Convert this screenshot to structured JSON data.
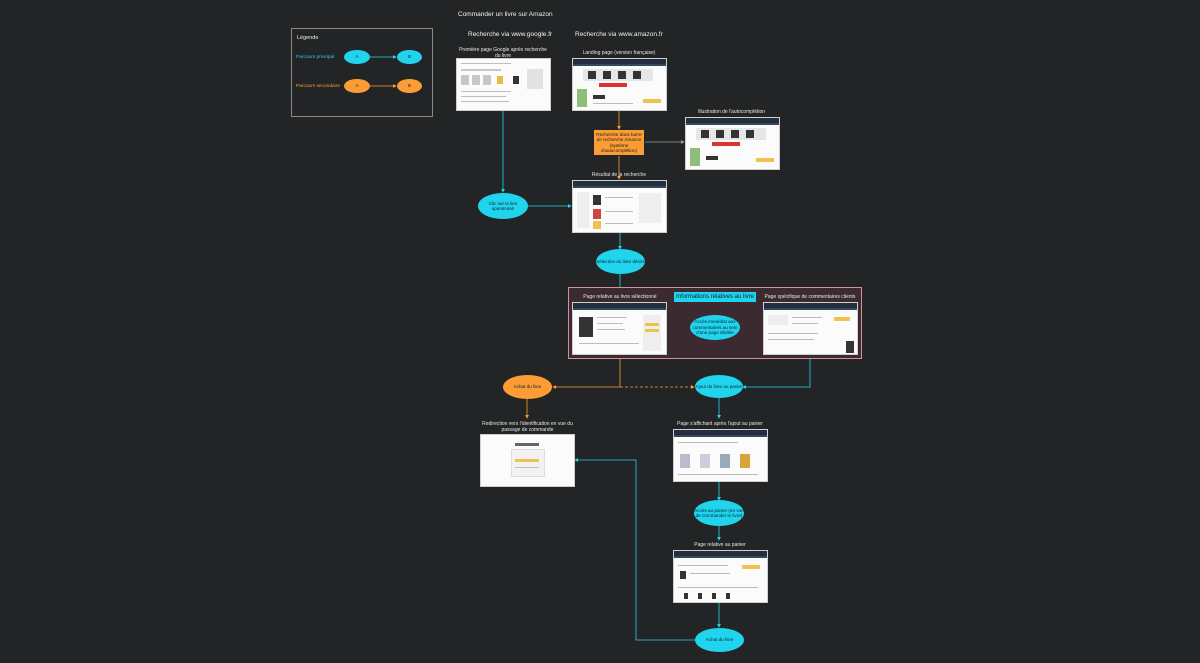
{
  "title": "Commander un livre sur Amazon",
  "col_google": "Recherche via www.google.fr",
  "col_amazon": "Recherche via www.amazon.fr",
  "legend": {
    "title": "Légende",
    "main": "Parcours principal",
    "secondary": "Parcours secondaire",
    "node_a": "A",
    "node_b": "B"
  },
  "labels": {
    "google_page": "Première page Google après recherche du livre",
    "landing": "Landing page (version française)",
    "autocomplete_illus": "Illustration de l'autocomplétion",
    "search_result": "Résultat de la recherche",
    "book_page": "Page relative au livre sélectionné",
    "reviews_page": "Page spécifique de commentaires clients",
    "after_add": "Page s'affichant après l'ajout au panier",
    "redirect_login": "Redirection vers l'identification en vue du passage de commande",
    "cart_page": "Page relative au panier"
  },
  "nodes": {
    "search_bar": "Recherche dans barre de recherche Amazon (système d'autocomplétion)",
    "sponsored_click": "Clic sur le lien sponsorisé",
    "select_book": "Sélection du livre désiré",
    "info_header": "Informations relatives au livre",
    "comments_access": "Accès immédiat aux commentaires au sein d'une page dédiée",
    "add_to_cart": "Ajout du livre au panier",
    "buy_book_orange": "Achat du livre",
    "cart_access": "Accès au panier (en vue de commander le livre)",
    "buy_book": "Achat du livre"
  },
  "colors": {
    "primary": "#21d4ee",
    "secondary": "#fb9d34",
    "background": "#222425"
  }
}
